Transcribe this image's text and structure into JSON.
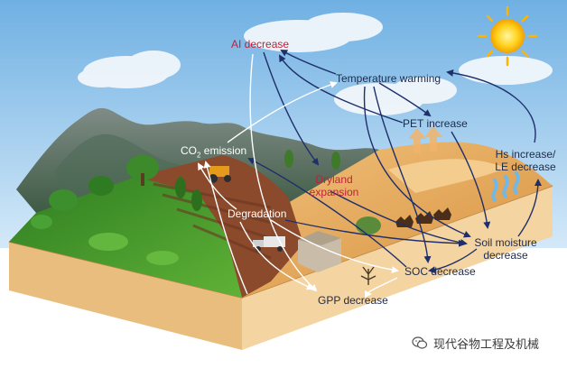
{
  "labels": {
    "ai_decrease": "AI decrease",
    "temperature_warming": "Temperature warming",
    "pet_increase": "PET increase",
    "co2_main": "CO",
    "co2_sub": "2",
    "co2_tail": " emission",
    "dryland_line1": "Dryland",
    "dryland_line2": "expansion",
    "hs_line1": "Hs increase/",
    "hs_line2": "LE decrease",
    "degradation": "Degradation",
    "soil_line1": "Soil moisture",
    "soil_line2": "decrease",
    "soc_decrease": "SOC decrease",
    "gpp_decrease": "GPP decrease"
  },
  "watermark": {
    "text": "现代谷物工程及机械"
  },
  "colors": {
    "sky_top": "#7db8e6",
    "sky_bottom": "#cfe6f7",
    "desert": "#e2a860",
    "grass": "#3f9a2e",
    "soil_side": "#f1cc95",
    "red_text": "#c0223a",
    "dark_text": "#1e2a4a",
    "arrow_navy": "#1f2f6b"
  }
}
